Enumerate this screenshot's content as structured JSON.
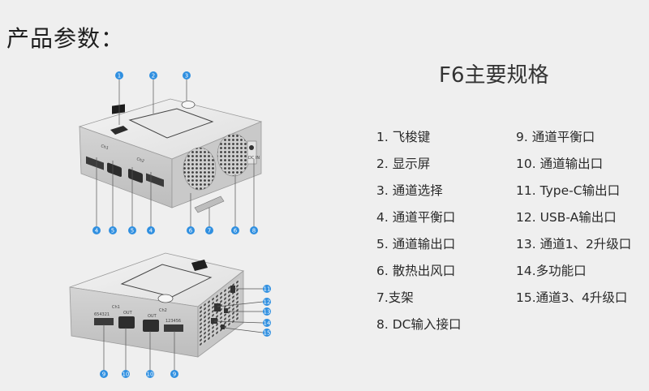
{
  "heading": "产品参数：",
  "spec_title": "F6主要规格",
  "specs_left": [
    "1. 飞梭键",
    "2. 显示屏",
    "3. 通道选择",
    "4. 通道平衡口",
    "5. 通道输出口",
    "6. 散热出风口",
    "7.支架",
    "8. DC输入接口"
  ],
  "specs_right": [
    "9. 通道平衡口",
    "10. 通道输出口",
    "11. Type-C输出口",
    "12. USB-A输出口",
    "13. 通道1、2升级口",
    "14.多功能口",
    "15.通道3、4升级口"
  ],
  "device_labels": {
    "ch1": "Ch1",
    "ch2": "Ch2",
    "out": "OUT",
    "balance_pins": "654321",
    "balance_pins_rev": "123456",
    "dc_label": "DC IN"
  },
  "callouts_top": [
    "1",
    "2",
    "3",
    "4",
    "5",
    "5",
    "4",
    "6",
    "7",
    "6",
    "8"
  ],
  "callouts_bottom": [
    "11",
    "12",
    "13",
    "14",
    "15",
    "9",
    "10",
    "10",
    "9"
  ],
  "colors": {
    "callout": "#2f8fe0",
    "body": "#d8d8d8",
    "line": "#555555"
  }
}
